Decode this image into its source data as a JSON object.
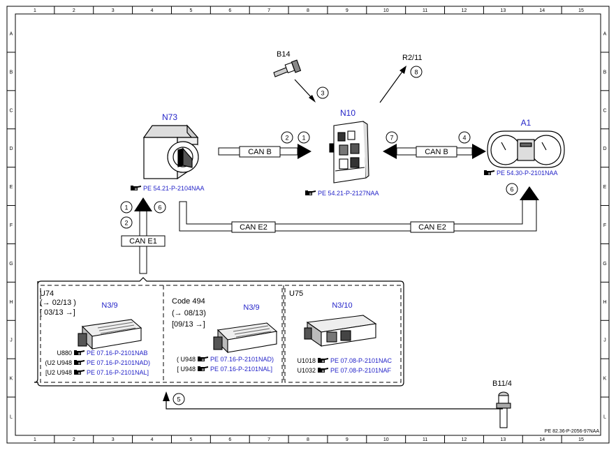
{
  "frame": {
    "columns": [
      "1",
      "2",
      "3",
      "4",
      "5",
      "6",
      "7",
      "8",
      "9",
      "10",
      "11",
      "12",
      "13",
      "14",
      "15"
    ],
    "rows": [
      "A",
      "B",
      "C",
      "D",
      "E",
      "F",
      "G",
      "H",
      "J",
      "K",
      "L"
    ],
    "doc_code": "PE 82.36-P-2056-97NAA"
  },
  "components": {
    "n73": {
      "id": "N73",
      "ref": "PE 54.21-P-2104NAA"
    },
    "n10": {
      "id": "N10",
      "ref": "PE 54.21-P-2127NAA"
    },
    "a1": {
      "id": "A1",
      "ref": "PE 54.30-P-2101NAA"
    },
    "b14": {
      "id": "B14"
    },
    "r2_11": {
      "id": "R2/11"
    },
    "b11_4": {
      "id": "B11/4"
    }
  },
  "buses": {
    "n73_n10": "CAN B",
    "n10_a1": "CAN B",
    "e2_left": "CAN E2",
    "e2_right": "CAN E2",
    "e1": "CAN E1"
  },
  "markers": {
    "n73_n10_a": "2",
    "n73_n10_b": "1",
    "b14": "3",
    "r2_11": "8",
    "n10_left": "7",
    "n10_right": "4",
    "a1_below": "6",
    "e1_a": "1",
    "e1_b": "2",
    "e1_c": "6",
    "b11_4": "5"
  },
  "u74": {
    "title": "U74",
    "date1": "(→ 02/13 )",
    "date2": "[ 03/13 →]",
    "ecu": "N3/9",
    "refs": [
      {
        "prefix": "U880",
        "ref": "PE 07.16-P-2101NAB"
      },
      {
        "prefix": "(U2  U948",
        "ref": "PE 07.16-P-2101NAD)"
      },
      {
        "prefix": "[U2  U948",
        "ref": "PE 07.16-P-2101NAL]"
      }
    ]
  },
  "code494": {
    "title": "Code 494",
    "date1": "(→ 08/13)",
    "date2": "[09/13  →]",
    "ecu": "N3/9",
    "refs": [
      {
        "prefix": "( U948",
        "ref": "PE 07.16-P-2101NAD)"
      },
      {
        "prefix": "[ U948",
        "ref": "PE 07.16-P-2101NAL]"
      }
    ]
  },
  "u75": {
    "title": "U75",
    "ecu": "N3/10",
    "refs": [
      {
        "prefix": "U1018",
        "ref": "PE 07.08-P-2101NAC"
      },
      {
        "prefix": "U1032",
        "ref": "PE 07.08-P-2101NAF"
      }
    ]
  },
  "icon": "pointing-hand-icon"
}
